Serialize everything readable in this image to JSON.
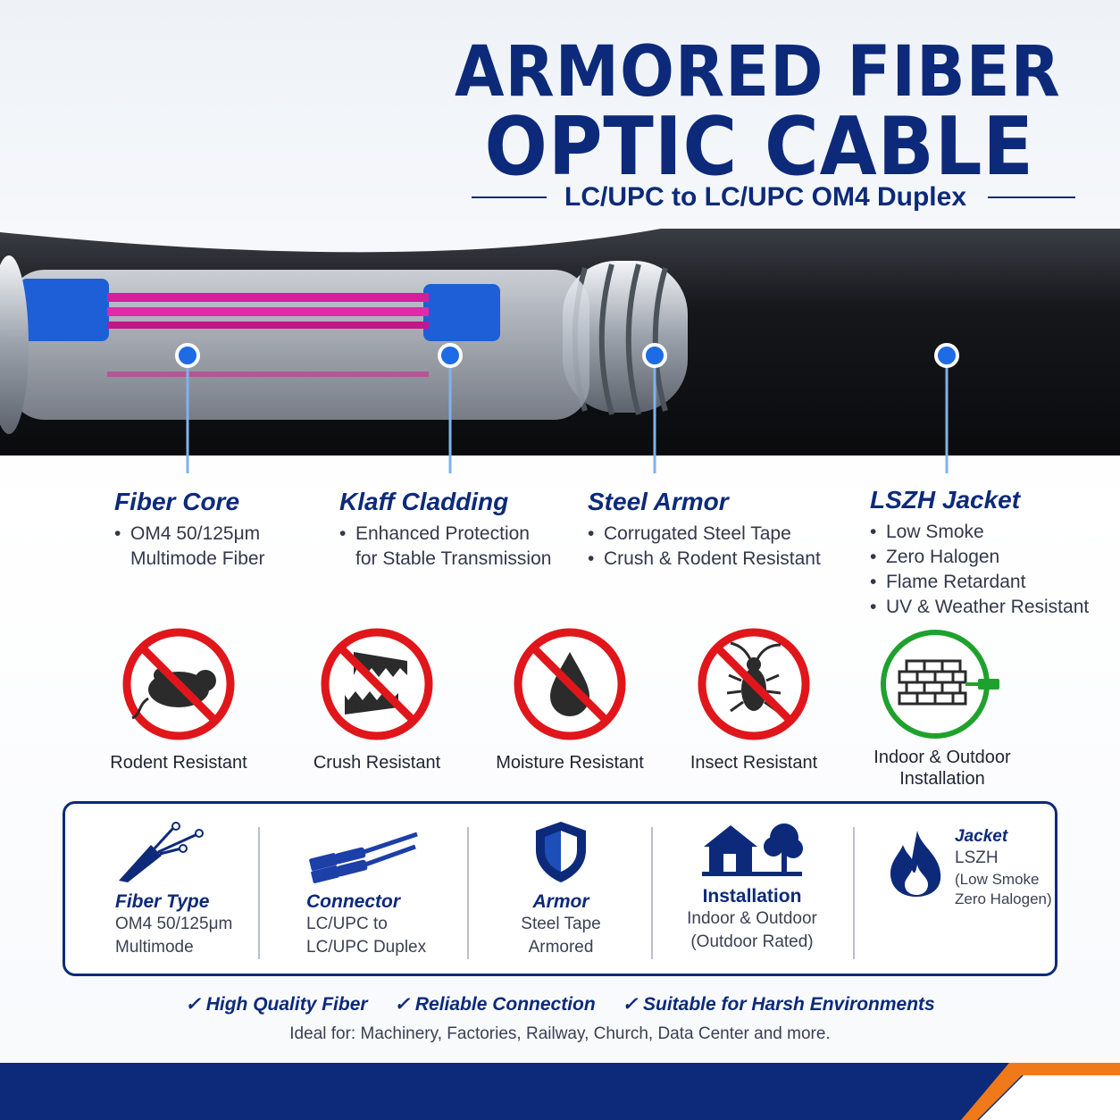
{
  "header": {
    "title_line1": "ARMORED FIBER",
    "title_line2": "OPTIC CABLE",
    "subtitle": "LC/UPC to LC/UPC OM4 Duplex"
  },
  "layers": [
    {
      "title": "Fiber Core",
      "bullets": [
        "OM4 50/125μm",
        "Multimode Fiber"
      ],
      "bullet_style": "continued"
    },
    {
      "title": "Klaff Cladding",
      "bullets": [
        "Enhanced Protection",
        "for Stable Transmission"
      ],
      "bullet_style": "continued"
    },
    {
      "title": "Steel Armor",
      "bullets": [
        "Corrugated Steel Tape",
        "Crush & Rodent Resistant"
      ]
    },
    {
      "title": "LSZH Jacket",
      "bullets": [
        "Low Smoke",
        "Zero Halogen",
        "Flame Retardant",
        "UV & Weather Resistant"
      ]
    }
  ],
  "resistances": [
    {
      "label": "Rodent Resistant",
      "icon": "no-rodent-icon"
    },
    {
      "label": "Crush Resistant",
      "icon": "no-crush-icon"
    },
    {
      "label": "Moisture Resistant",
      "icon": "no-moisture-icon"
    },
    {
      "label": "Insect Resistant",
      "icon": "no-insect-icon"
    },
    {
      "label_line1": "Indoor & Outdoor",
      "label_line2": "Installation",
      "icon": "wall-cable-icon"
    }
  ],
  "specs": {
    "fiber_type": {
      "title": "Fiber Type",
      "line1": "OM4 50/125μm",
      "line2": "Multimode",
      "icon": "fiber-strands-icon"
    },
    "connector": {
      "title": "Connector",
      "line1": "LC/UPC to",
      "line2": "LC/UPC Duplex",
      "icon": "lc-connector-icon"
    },
    "armor": {
      "title": "Armor",
      "line1": "Steel Tape",
      "line2": "Armored",
      "icon": "shield-icon"
    },
    "installation": {
      "title": "Installation",
      "line1": "Indoor & Outdoor",
      "line2": "(Outdoor Rated)",
      "icon": "house-tree-icon"
    },
    "jacket": {
      "title": "Jacket",
      "line1": "LSZH",
      "line2": "(Low Smoke",
      "line3": "Zero Halogen)",
      "icon": "flame-icon"
    }
  },
  "footer": {
    "check1": "High Quality Fiber",
    "check2": "Reliable Connection",
    "check3": "Suitable for Harsh Environments",
    "ideal": "Ideal for: Machinery, Factories, Railway, Church, Data Center and more."
  },
  "colors": {
    "brand_navy": "#0d2a7a",
    "accent_blue": "#1e6be6",
    "prohibit_red": "#e0161b",
    "ok_green": "#1fa12d",
    "accent_orange": "#f07a1a"
  }
}
